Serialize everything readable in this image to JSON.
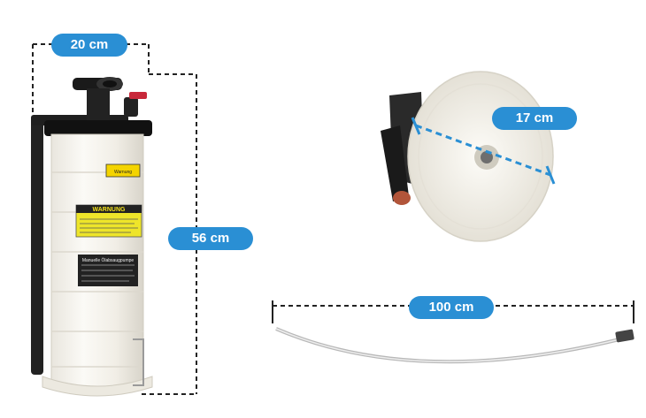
{
  "dimensions": {
    "width_label": "20 cm",
    "height_label": "56 cm",
    "diameter_label": "17 cm",
    "hose_label": "100 cm"
  },
  "labels": {
    "warning_title": "WARNUNG",
    "small_label": "Warnung",
    "product_plate": "Manuelle Ölabsaugpumpe"
  },
  "colors": {
    "badge": "#2a8fd4",
    "dashed_line": "#222222",
    "diameter_line": "#2a8fd4"
  }
}
